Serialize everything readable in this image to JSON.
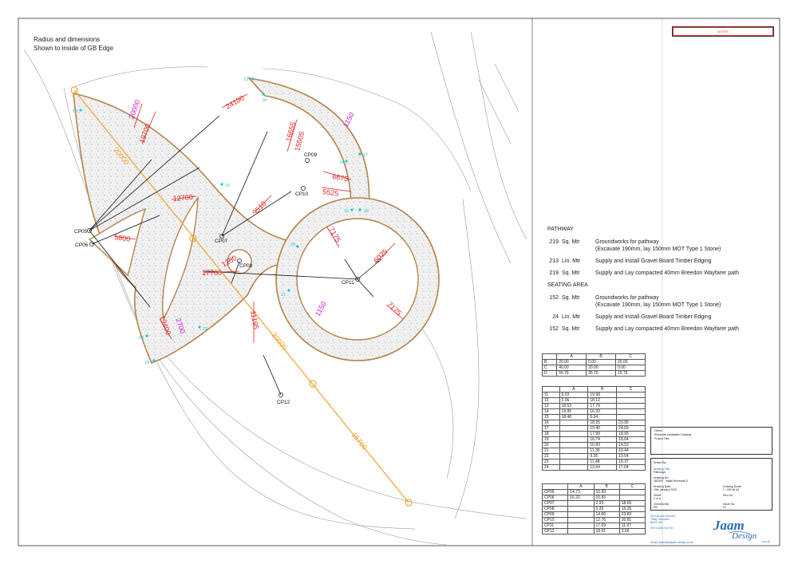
{
  "drawing": {
    "note_line1": "Radius and dimensions",
    "note_line2": "Shown to inside of GB Edge",
    "dimensions_red": [
      "24100",
      "16655",
      "15505",
      "1150",
      "6675",
      "5525",
      "12700",
      "19700",
      "20000",
      "9510",
      "7175",
      "6025",
      "1250",
      "17700",
      "5800",
      "11195",
      "2700",
      "19400",
      "7175"
    ],
    "dimensions_magenta": [
      "1150",
      "1150",
      "2700",
      "20000"
    ],
    "dimensions_orange": [
      "20000",
      "20000",
      "15700"
    ],
    "control_points": [
      "CP05",
      "CP06",
      "CP07",
      "CP08",
      "CP09",
      "CP10",
      "CP11",
      "CP12"
    ],
    "point_numbers": [
      "12",
      "13",
      "14",
      "15",
      "16",
      "17",
      "18",
      "19",
      "20",
      "21",
      "22",
      "23",
      "24"
    ]
  },
  "notes_label": "NOTES",
  "spec": {
    "pathway_title": "PATHWAY",
    "pathway_items": [
      {
        "qty": "219",
        "unit": "Sq. Mtr",
        "desc1": "Groundworks for pathway",
        "desc2": "(Excavate 190mm, lay 150mm MOT Type 1 Stone)"
      },
      {
        "qty": "213",
        "unit": "Lin. Mtr",
        "desc1": "Supply and Install Gravel Board Timber Edging",
        "desc2": ""
      },
      {
        "qty": "219",
        "unit": "Sq. Mtr",
        "desc1": "Supply and Lay compacted 40mm Breedon Wayfarer path",
        "desc2": ""
      }
    ],
    "seating_title": "SEATING AREA",
    "seating_items": [
      {
        "qty": "152",
        "unit": "Sq. Mtr",
        "desc1": "Groundworks for pathway",
        "desc2": "(Excavate 190mm, lay 150mm MOT Type 1 Stone)"
      },
      {
        "qty": "24",
        "unit": "Lin. Mtr",
        "desc1": "Supply and Install Gravel Board Timber Edging",
        "desc2": ""
      },
      {
        "qty": "152",
        "unit": "Sq. Mtr",
        "desc1": "Supply and Lay compacted 40mm Breedon Wayfarer path",
        "desc2": ""
      }
    ]
  },
  "table1": {
    "headers": [
      "",
      "A",
      "B",
      "C"
    ],
    "rows": [
      [
        "B",
        "20.00",
        "0.00",
        "20.00"
      ],
      [
        "C",
        "40.00",
        "20.00",
        "0.00"
      ],
      [
        "D",
        "55.76",
        "35.76",
        "15.76"
      ]
    ]
  },
  "table2": {
    "headers": [
      "",
      "A",
      "B",
      "C"
    ],
    "rows": [
      [
        "11",
        "0.03",
        "19.98",
        ""
      ],
      [
        "12",
        "2.06",
        "18.12",
        ""
      ],
      [
        "13",
        "18.53",
        "17.79",
        ""
      ],
      [
        "14",
        "19.95",
        "16.93",
        ""
      ],
      [
        "15",
        "18.48",
        "6.34",
        ""
      ],
      [
        "16",
        "",
        "18.25",
        "23.95"
      ],
      [
        "17",
        "",
        "19.40",
        "24.69"
      ],
      [
        "18",
        "",
        "17.99",
        "18.95"
      ],
      [
        "19",
        "",
        "16.74",
        "18.64"
      ],
      [
        "20",
        "",
        "10.83",
        "14.53"
      ],
      [
        "21",
        "",
        "11.39",
        "10.44"
      ],
      [
        "22",
        "",
        "9.35",
        "13.54"
      ],
      [
        "23",
        "",
        "11.48",
        "18.37"
      ],
      [
        "24",
        "",
        "13.64",
        "17.04"
      ]
    ]
  },
  "table3": {
    "headers": [
      "",
      "A",
      "B",
      "C"
    ],
    "rows": [
      [
        "CP05",
        "14.73",
        "10.99",
        ""
      ],
      [
        "CP06",
        "16.22",
        "10.83",
        ""
      ],
      [
        "CP07",
        "",
        "2.93",
        "18.65"
      ],
      [
        "CP08",
        "",
        "5.35",
        "15.35"
      ],
      [
        "CP09",
        "",
        "14.66",
        "23.83"
      ],
      [
        "CP10",
        "",
        "12.76",
        "20.81"
      ],
      [
        "CP11",
        "",
        "17.69",
        "11.97"
      ],
      [
        "CP12",
        "",
        "18.91",
        "3.66"
      ]
    ]
  },
  "title_block": {
    "client_label": "Client:",
    "project_label": "Project Title:",
    "project_value": "Riverside Installation Drawing",
    "drawn_label": "Drawn By:",
    "drawing_title_label": "Drawing Title:",
    "drawing_title_value": "Pathways",
    "drawing_no_label": "Drawing No:",
    "drawing_no_value": "282000 - Install Riverside D",
    "date_label": "Drawing Date:",
    "date_value": "15th January 2020",
    "scale_label": "Drawing Scale:",
    "scale_value": "1 : 200 @ A3",
    "sheet_label": "Sheet:",
    "sheet_value": "2 of 6",
    "rev_label": "Rev No:",
    "checked_label": "Checked By:",
    "checked_value": "RD",
    "issue_label": "Issue No:",
    "issue_value": "01"
  },
  "address": {
    "line1": "26 Colmore Avenue,",
    "line2": "Tiddy Yorkshire",
    "line3": "BN21 3DT",
    "tel": "Tel: 01455 412 417",
    "email": "Email: thomas@jaam-design.co.uk"
  },
  "logo_text1": "Jaam",
  "logo_text2": "Design",
  "logo_suffix": ".co.uk",
  "colors": {
    "red": "#e32020",
    "magenta": "#d516d5",
    "orange": "#f39a1f",
    "gravel_edge": "#b5824a",
    "cyan": "#23c3d3",
    "logo": "#2a6fb8"
  }
}
